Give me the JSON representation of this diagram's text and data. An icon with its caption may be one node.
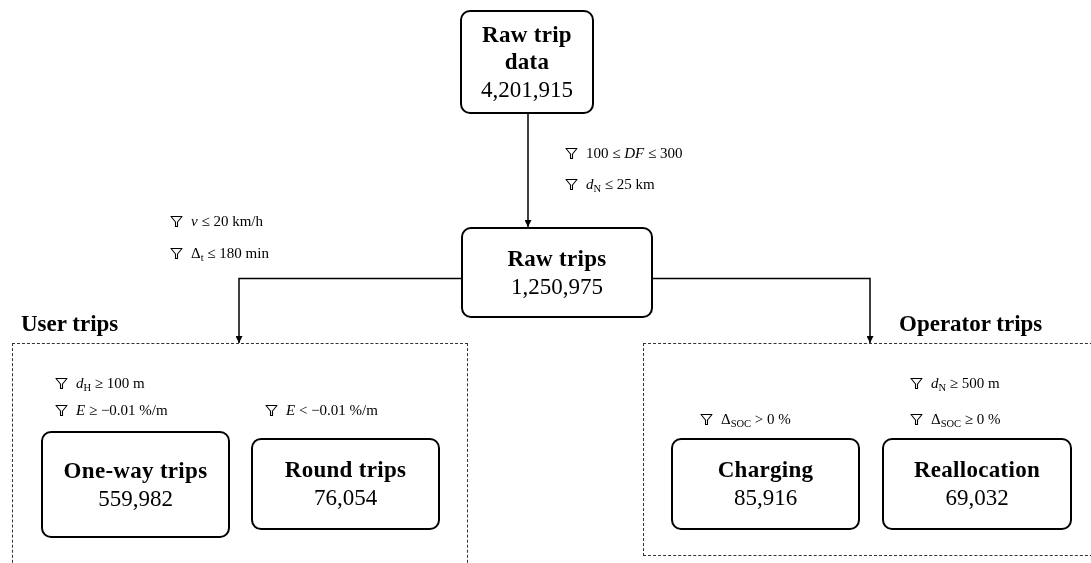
{
  "diagram": {
    "nodes": [
      {
        "text": [
          "Raw trip data",
          "4,201,915"
        ]
      },
      {
        "text": [
          "Raw trips",
          "1,250,975"
        ]
      },
      {
        "text": [
          "User trips"
        ]
      },
      {
        "text": [
          "One-way trips",
          "559,982"
        ],
        "in": 2,
        "beside": [
          "*d*$_{H}$ ≥ 100 m",
          "*E* ≥ −0.01 %/m"
        ]
      },
      {
        "text": [
          "Round trips",
          "76,054"
        ],
        "in": 2,
        "beside": [
          "*E* < −0.01 %/m"
        ]
      },
      {
        "text": [
          "Operator trips"
        ]
      },
      {
        "text": [
          "Charging",
          "85,916"
        ],
        "in": 5,
        "beside": [
          "Δ$_{SOC}$ > 0 %"
        ]
      },
      {
        "text": [
          "Reallocation",
          "69,032"
        ],
        "in": 5,
        "beside": [
          "*d*$_{N}$ ≥ 500 m",
          "Δ$_{SOC}$ ≥ 0 %"
        ]
      }
    ],
    "edges": [
      {
        "from": 0,
        "to": 1,
        "arrow": "to"
      },
      {
        "from": 1,
        "to": 2,
        "arrow": "to"
      },
      {
        "from": 1,
        "to": 5,
        "arrow": "to"
      }
    ],
    "labels": [
      "100 ≤ *DF* ≤ 300",
      "*d*$_{N}$ ≤ 25 km",
      "*v* ≤ 20 km/h",
      "Δ$_{t}$ ≤ 180 min"
    ]
  }
}
